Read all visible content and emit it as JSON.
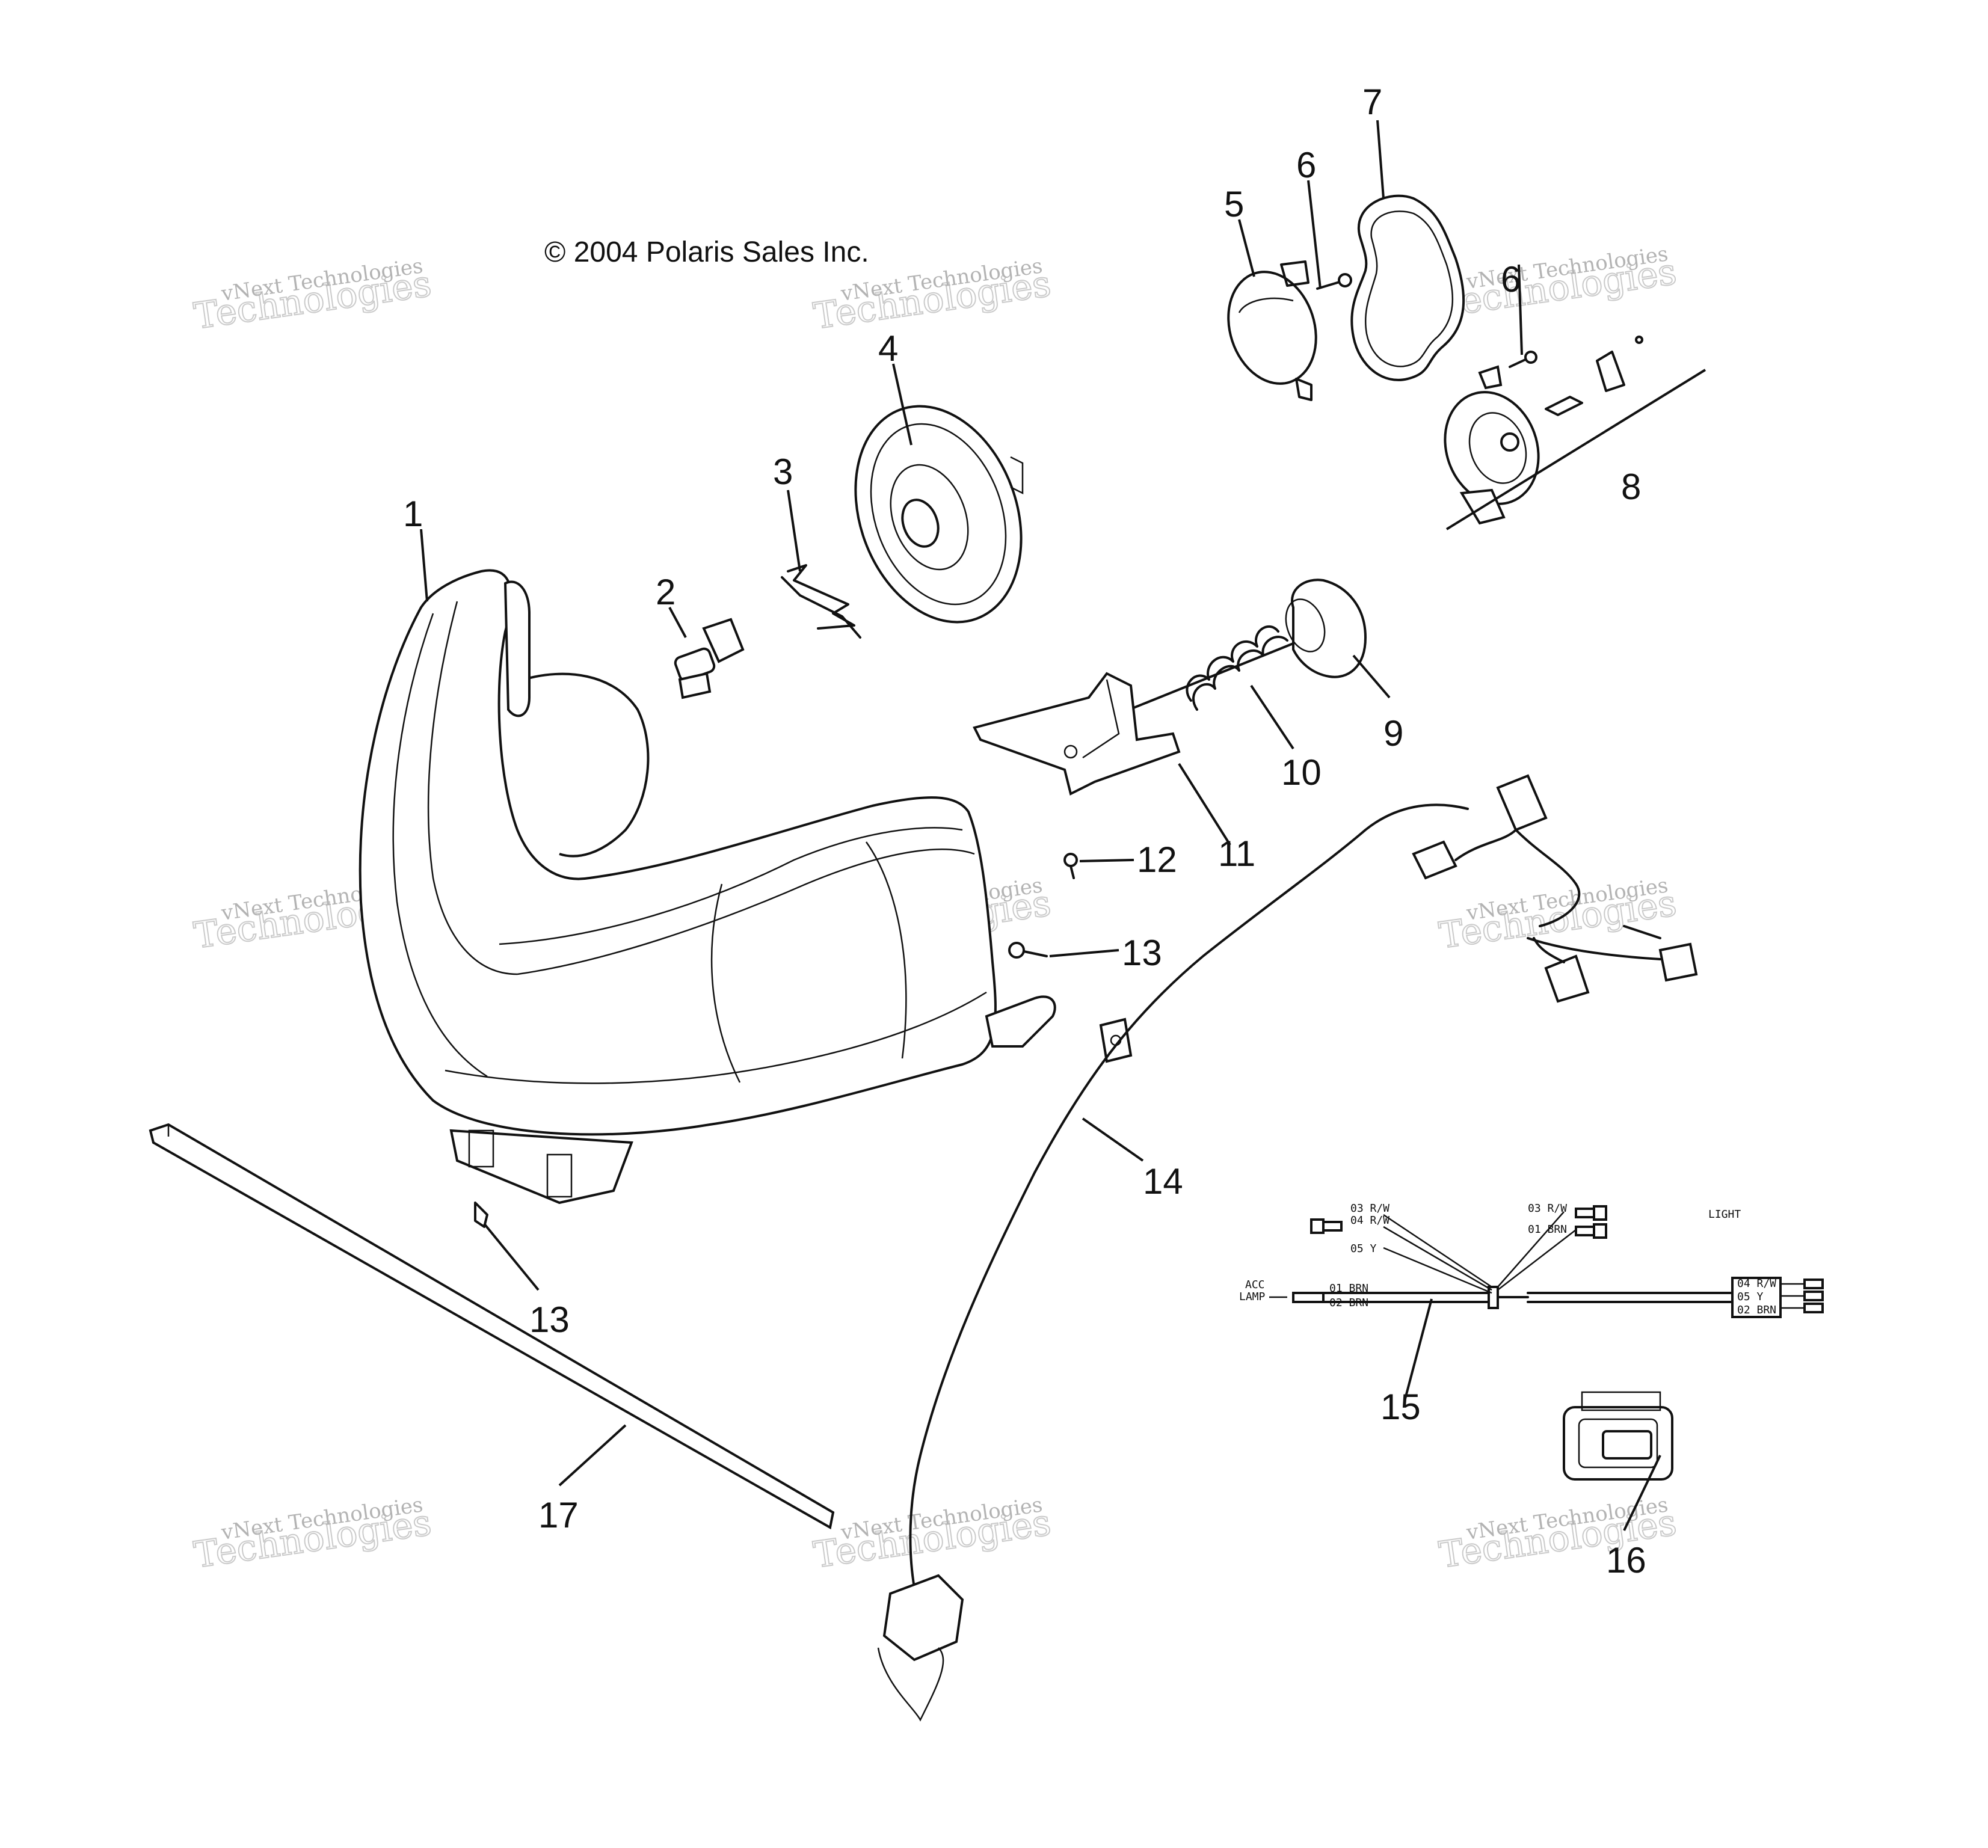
{
  "copyright": "© 2004 Polaris Sales Inc.",
  "watermark": {
    "line1": "vNext Technologies",
    "line2": "vNext",
    "line3": "Technologies"
  },
  "callouts": {
    "c1": "1",
    "c2": "2",
    "c3": "3",
    "c4": "4",
    "c5": "5",
    "c6a": "6",
    "c6b": "6",
    "c7": "7",
    "c8": "8",
    "c9": "9",
    "c10": "10",
    "c11": "11",
    "c12": "12",
    "c13a": "13",
    "c13b": "13",
    "c14": "14",
    "c15": "15",
    "c16": "16",
    "c17": "17"
  },
  "harness_labels": {
    "w03rw_left": "03 R/W",
    "w04rw_left": "04 R/W",
    "w05y_left": "05 Y",
    "w01brn_left": "01 BRN",
    "w02brn_left": "02 BRN",
    "acc": "ACC",
    "lamp": "LAMP",
    "w03rw_right": "03 R/W",
    "w01brn_right": "01 BRN",
    "light": "LIGHT",
    "w04rw_box": "04 R/W",
    "w05y_box": "05 Y",
    "w02brn_box": "02 BRN"
  }
}
